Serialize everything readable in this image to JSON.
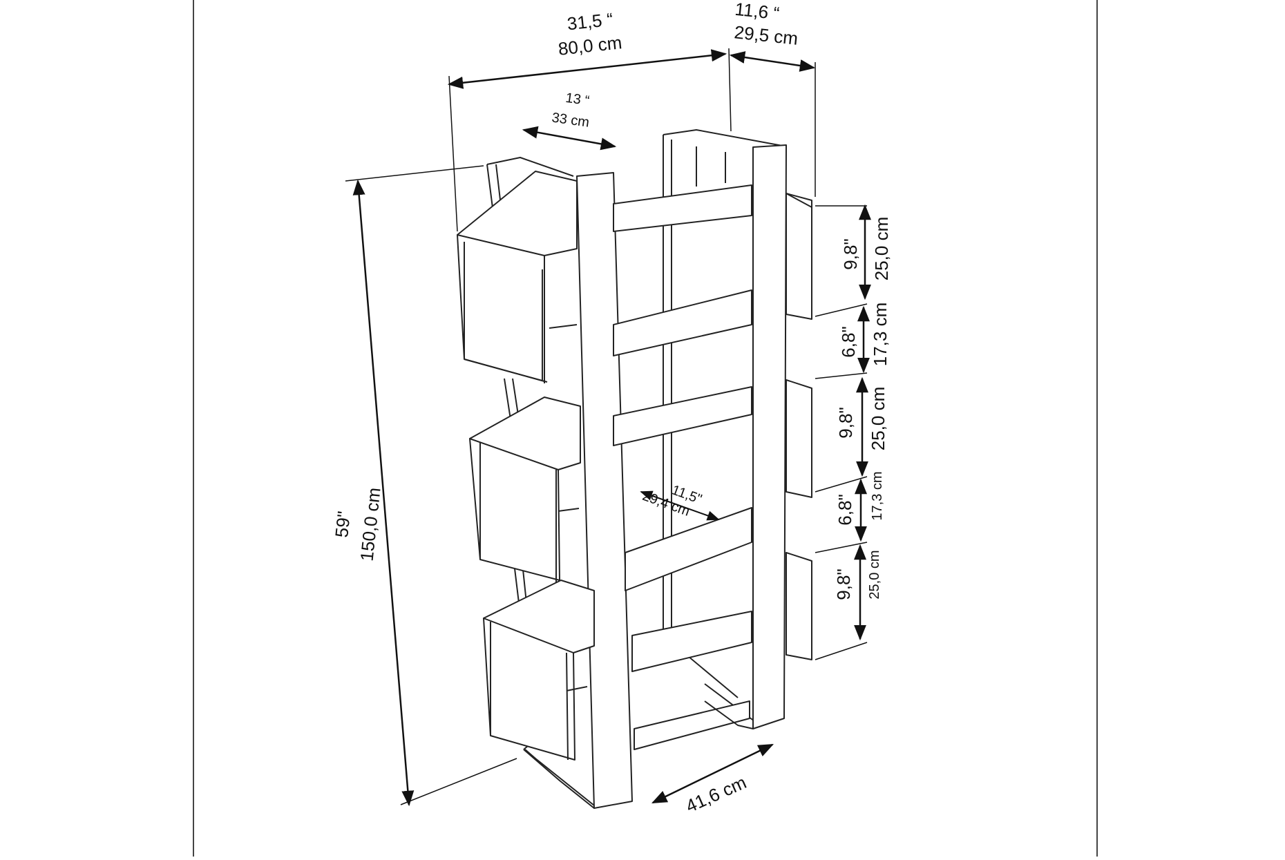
{
  "colors": {
    "line": "#222222",
    "frame": "#555555",
    "background": "#ffffff"
  },
  "dimensions": {
    "total_width_in": "31,5 “",
    "total_width_cm": "80,0 cm",
    "depth_in": "11,6 “",
    "depth_cm": "29,5 cm",
    "cube_width_in": "13 “",
    "cube_width_cm": "33 cm",
    "height_in": "59\"",
    "height_cm": "150,0 cm",
    "inner_depth_in": "11,5\"",
    "inner_depth_cm": "29,4 cm",
    "base_cm": "41,6 cm"
  },
  "side_dimensions": [
    {
      "in": "9,8\"",
      "cm": "25,0 cm"
    },
    {
      "in": "6,8\"",
      "cm": "17,3 cm"
    },
    {
      "in": "9,8\"",
      "cm": "25,0 cm"
    },
    {
      "in": "6,8\"",
      "cm": "17,3 cm"
    },
    {
      "in": "9,8\"",
      "cm": "25,0 cm"
    }
  ]
}
